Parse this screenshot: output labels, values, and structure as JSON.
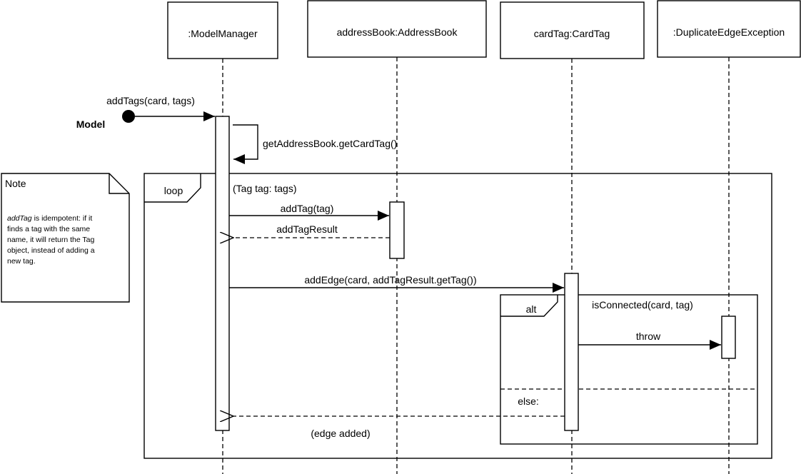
{
  "actor": {
    "label": "Model"
  },
  "participants": [
    {
      "id": "model-manager",
      "label": ":ModelManager"
    },
    {
      "id": "address-book",
      "label": "addressBook:AddressBook"
    },
    {
      "id": "card-tag",
      "label": "cardTag:CardTag"
    },
    {
      "id": "duplicate-edge-exception",
      "label": ":DuplicateEdgeException"
    }
  ],
  "messages": {
    "add_tags": "addTags(card, tags)",
    "get_card_tag": "getAddressBook.getCardTag()",
    "add_tag": "addTag(tag)",
    "add_tag_result": "addTagResult",
    "add_edge": "addEdge(card, addTagResult.getTag())",
    "throw": "throw",
    "edge_added": "(edge added)"
  },
  "fragments": {
    "loop": {
      "label": "loop",
      "guard": "(Tag tag: tags)"
    },
    "alt": {
      "label": "alt",
      "guard": "isConnected(card, tag)",
      "else_guard": "else:"
    }
  },
  "note": {
    "title": "Note",
    "lines": [
      {
        "em": "addTag",
        "text": " is idempotent: if it"
      },
      {
        "text": "finds a tag with the same"
      },
      {
        "text": "name, it will return the Tag"
      },
      {
        "text": "object, instead of adding a"
      },
      {
        "text": "new tag."
      }
    ]
  }
}
